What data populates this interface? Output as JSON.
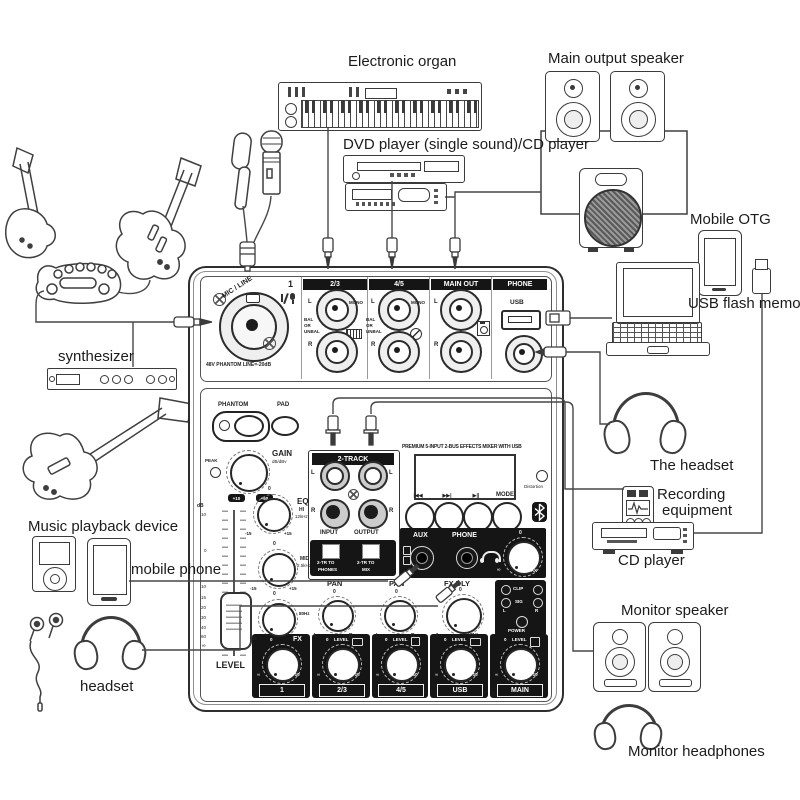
{
  "device_labels": {
    "electronic_organ": "Electronic organ",
    "dvd_player": "DVD player (single sound)/CD player",
    "main_output_speaker": "Main output speaker",
    "mobile_otg": "Mobile OTG",
    "usb_flash_memory": "USB flash memory",
    "synthesizer": "synthesizer",
    "music_playback_device": "Music playback device",
    "mobile_phone": "mobile phone",
    "headset": "headset",
    "the_headset": "The headset",
    "recording_equipment_1": "Recording",
    "recording_equipment_2": "equipment",
    "cd_player": "CD player",
    "monitor_speaker": "Monitor speaker",
    "monitor_headphones": "Monitor headphones"
  },
  "io": {
    "mic_line": "MIC / LINE",
    "ch": "1",
    "phantom_note": "48V PHANTOM LINE=-20dB",
    "c23": {
      "h": "2/3",
      "l": "L",
      "mono": "MONO",
      "bal": "BAL",
      "or": "OR",
      "unbal": "UNBAL",
      "r": "R"
    },
    "c45": {
      "h": "4/5",
      "l": "L",
      "mono": "MONO",
      "bal": "BAL",
      "or": "OR",
      "unbal": "UNBAL",
      "r": "R"
    },
    "main": {
      "h": "MAIN OUT",
      "l": "L",
      "r": "R"
    },
    "phone": {
      "h": "PHONE",
      "usb": "USB"
    }
  },
  "panel": {
    "phantom": "PHANTOM",
    "pad": "PAD",
    "peak": "PEAK",
    "gain": "GAIN",
    "gain_unit": "dB/dBv",
    "b10": "+10",
    "b60": "+60",
    "eq": "EQ",
    "hi": "HI",
    "hi_f": "12kHz",
    "mid": "MID",
    "mid_f": "2.5kHz",
    "low_f": "80Hz",
    "m15": "-15",
    "p15": "+15",
    "zero": "0",
    "fader": [
      "dB",
      "10",
      "0",
      "10",
      "15",
      "20",
      "30",
      "40",
      "60",
      "∞"
    ],
    "level": "LEVEL",
    "t2": {
      "h": "2-TRACK",
      "l": "L",
      "r": "R",
      "in": "INPUT",
      "out": "OUTPUT",
      "b1a": "2-TR TO",
      "b1b": "PHONES",
      "b2a": "2-TR TO",
      "b2b": "MIX"
    },
    "title": "PREMIUM 5-INPUT 2-BUS EFFECTS MIXER WITH USB",
    "distortion": "Distortion",
    "tr": [
      "|◀◀",
      "▶▶|",
      "▶||",
      "MODE"
    ],
    "aux": "AUX",
    "phone": "PHONE",
    "inf": "∞",
    "max": "MAX",
    "pan": "PAN",
    "l": "L",
    "r": "R",
    "fxdly": "FX DLY",
    "clip": "CLIP",
    "sig": "SIG",
    "power": "POWER",
    "p10": "+10",
    "channels": [
      {
        "top": "FX",
        "name": "1"
      },
      {
        "top": "LEVEL",
        "name": "2/3"
      },
      {
        "top": "LEVEL",
        "name": "4/5"
      },
      {
        "top": "LEVEL",
        "name": "USB"
      },
      {
        "top": "LEVEL",
        "name": "MAIN"
      }
    ]
  }
}
